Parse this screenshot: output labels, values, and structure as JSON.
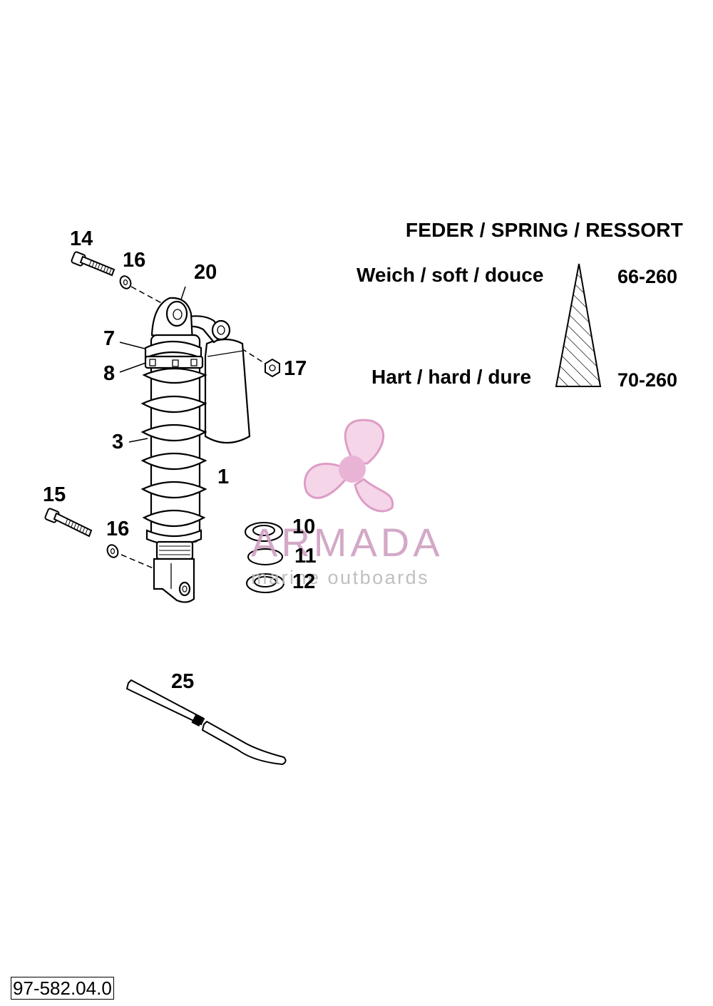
{
  "spring": {
    "title": "FEDER / SPRING / RESSORT",
    "soft_label": "Weich / soft / douce",
    "hard_label": "Hart / hard / dure",
    "soft_code": "66-260",
    "hard_code": "70-260"
  },
  "callouts": {
    "c1": "1",
    "c3": "3",
    "c7": "7",
    "c8": "8",
    "c10": "10",
    "c11": "11",
    "c12": "12",
    "c14": "14",
    "c15": "15",
    "c16a": "16",
    "c16b": "16",
    "c17": "17",
    "c20": "20",
    "c25": "25"
  },
  "footer": {
    "drawing_number": "97-582.04.0"
  },
  "watermark": {
    "brand": "ARMADA",
    "tagline": "marine outboards",
    "colors": {
      "propeller": "#e9b5d6",
      "hub": "#e6a6cf",
      "text": "#cfa0c2"
    }
  }
}
